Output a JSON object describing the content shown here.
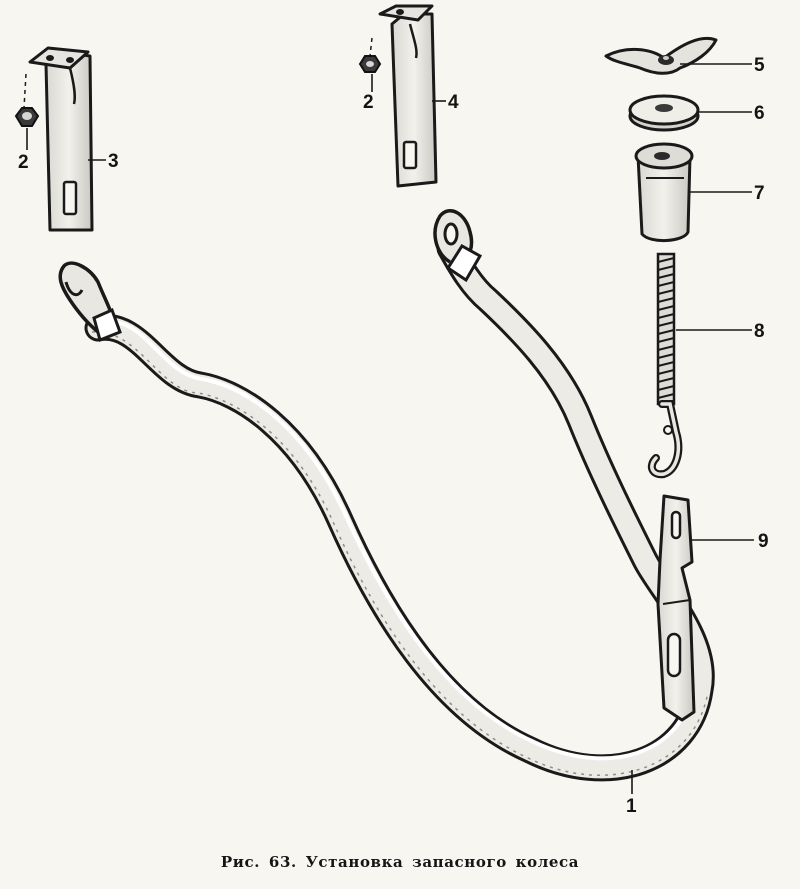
{
  "callouts": {
    "strap": "1",
    "nut_left": "2",
    "nut_right": "2",
    "bracket_left": "3",
    "bracket_right": "4",
    "wing_nut": "5",
    "washer": "6",
    "sleeve": "7",
    "hook_bolt": "8",
    "clamp_plate": "9"
  },
  "caption": {
    "figure": "Рис. 63.",
    "title": "Установка запасного колеса"
  }
}
